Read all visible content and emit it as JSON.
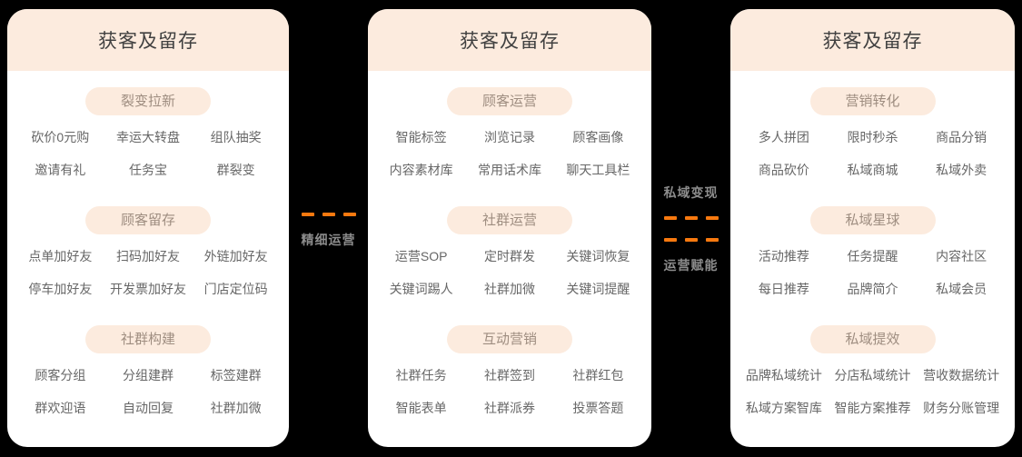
{
  "colors": {
    "background": "#000000",
    "card_bg": "#ffffff",
    "peach": "#fcebde",
    "header_text": "#404040",
    "pill_text": "#9e8d80",
    "item_text": "#676767",
    "connector_text": "#8c8c8c",
    "dash_orange": "#f8790f"
  },
  "cards": [
    {
      "title": "获客及留存",
      "sections": [
        {
          "label": "裂变拉新",
          "items": [
            "砍价0元购",
            "幸运大转盘",
            "组队抽奖",
            "邀请有礼",
            "任务宝",
            "群裂变"
          ]
        },
        {
          "label": "顾客留存",
          "items": [
            "点单加好友",
            "扫码加好友",
            "外链加好友",
            "停车加好友",
            "开发票加好友",
            "门店定位码"
          ]
        },
        {
          "label": "社群构建",
          "items": [
            "顾客分组",
            "分组建群",
            "标签建群",
            "群欢迎语",
            "自动回复",
            "社群加微"
          ]
        }
      ]
    },
    {
      "title": "获客及留存",
      "sections": [
        {
          "label": "顾客运营",
          "items": [
            "智能标签",
            "浏览记录",
            "顾客画像",
            "内容素材库",
            "常用话术库",
            "聊天工具栏"
          ]
        },
        {
          "label": "社群运营",
          "items": [
            "运营SOP",
            "定时群发",
            "关键词恢复",
            "关键词踢人",
            "社群加微",
            "关键词提醒"
          ]
        },
        {
          "label": "互动营销",
          "items": [
            "社群任务",
            "社群签到",
            "社群红包",
            "智能表单",
            "社群派券",
            "投票答题"
          ]
        }
      ]
    },
    {
      "title": "获客及留存",
      "sections": [
        {
          "label": "营销转化",
          "items": [
            "多人拼团",
            "限时秒杀",
            "商品分销",
            "商品砍价",
            "私域商城",
            "私域外卖"
          ]
        },
        {
          "label": "私域星球",
          "items": [
            "活动推荐",
            "任务提醒",
            "内容社区",
            "每日推荐",
            "品牌简介",
            "私域会员"
          ]
        },
        {
          "label": "私域提效",
          "items": [
            "品牌私域统计",
            "分店私域统计",
            "营收数据统计",
            "私域方案智库",
            "智能方案推荐",
            "财务分账管理"
          ]
        }
      ]
    }
  ],
  "connectors": [
    {
      "label": "精细运营"
    },
    {
      "top_label": "私域变现",
      "bottom_label": "运营赋能"
    }
  ]
}
